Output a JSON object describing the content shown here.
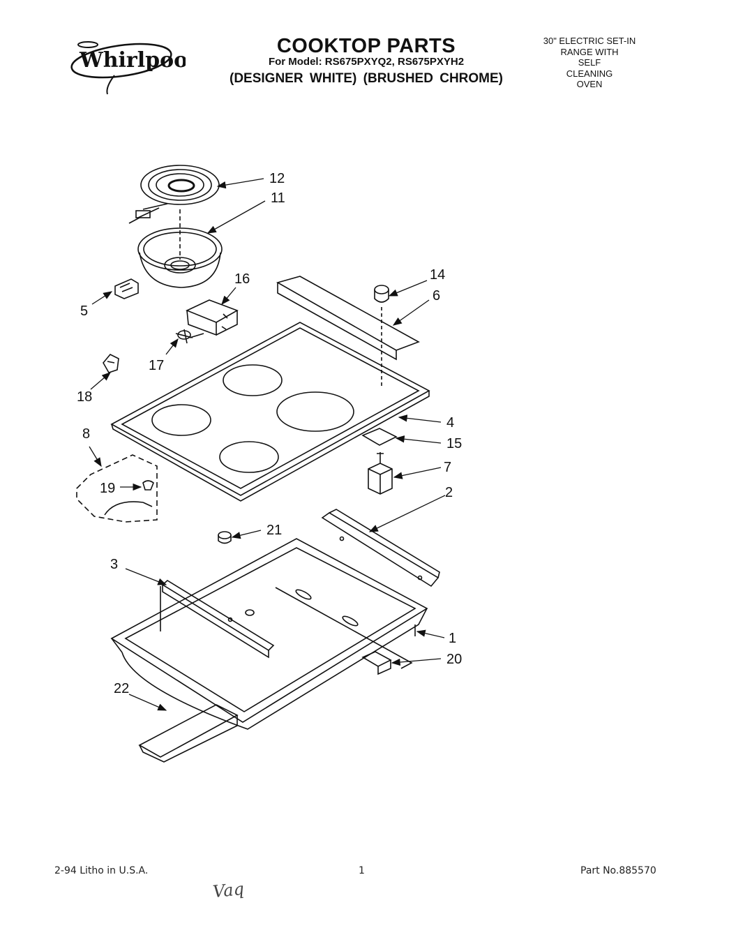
{
  "header": {
    "brand": "Whirlpool",
    "title": "COOKTOP PARTS",
    "model_line": "For Model: RS675PXYQ2, RS675PXYH2",
    "finish_line": "(DESIGNER WHITE)   (BRUSHED CHROME)",
    "description_lines": [
      "30\" ELECTRIC SET-IN",
      "RANGE WITH",
      "SELF",
      "CLEANING",
      "OVEN"
    ]
  },
  "callouts": [
    "12",
    "11",
    "16",
    "14",
    "6",
    "5",
    "17",
    "18",
    "4",
    "15",
    "8",
    "7",
    "19",
    "2",
    "21",
    "3",
    "1",
    "20",
    "22"
  ],
  "footer": {
    "date_litho": "2-94  Litho in U.S.A.",
    "page_number": "1",
    "part_number": "Part No.885570",
    "handwritten_note": "Vaq"
  }
}
